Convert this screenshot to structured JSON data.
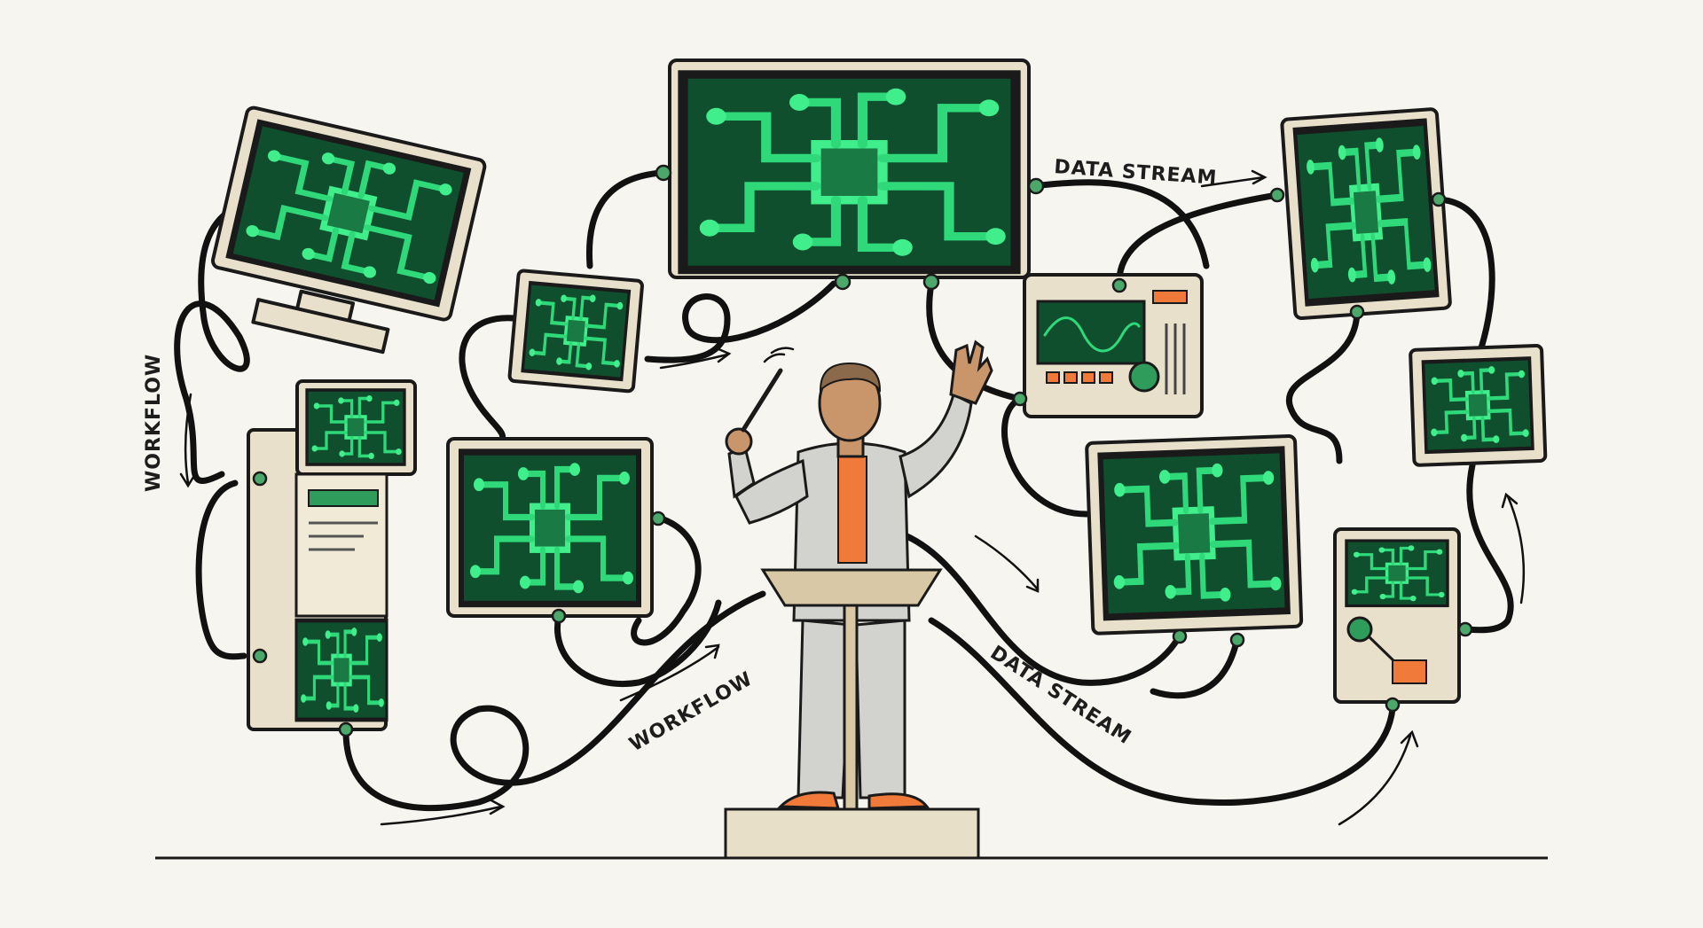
{
  "labels": {
    "data_stream_top": "DATA STREAM",
    "data_stream_bottom": "DATA STREAM",
    "workflow_left": "WORKFLOW",
    "workflow_bottom": "WORKFLOW"
  },
  "colors": {
    "background": "#f6f5f0",
    "screen_green": "#0f4f2e",
    "trace_green": "#2fd97a",
    "device_beige": "#e8e0cb",
    "cable_black": "#111111",
    "accent_orange": "#f07a3a",
    "suit_gray": "#d2d2cf",
    "skin": "#c9956a"
  },
  "icons": [
    "conductor-figure",
    "baton-icon",
    "podium-icon",
    "circuit-screen-icon",
    "oscilloscope-icon"
  ]
}
